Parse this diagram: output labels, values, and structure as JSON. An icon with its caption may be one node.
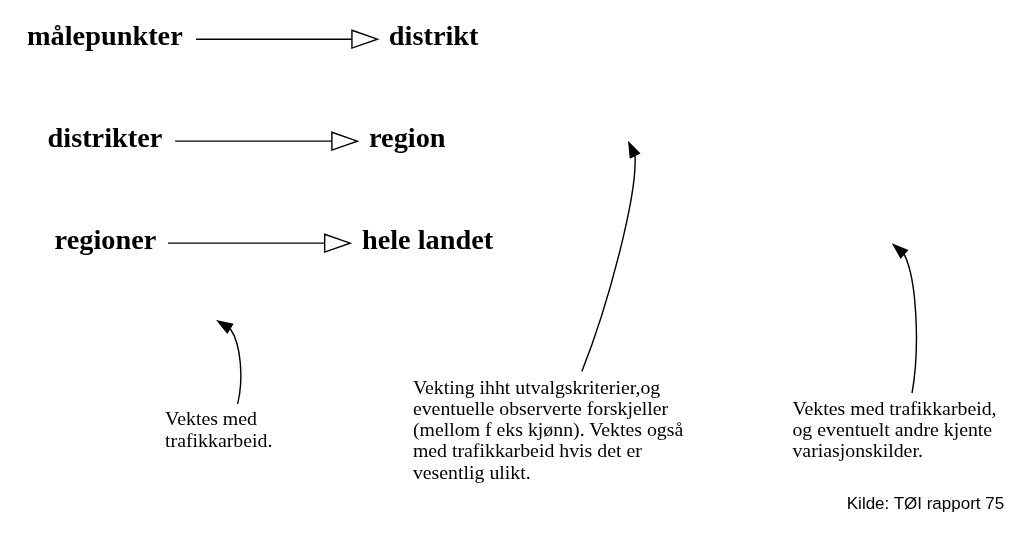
{
  "diagram": {
    "caption": "Kilde: TØI rapport 75",
    "nodes": [
      {
        "text": [
          "målepunkter"
        ]
      },
      {
        "text": [
          "distrikt"
        ]
      },
      {
        "text": [
          "distrikter"
        ]
      },
      {
        "text": [
          "region"
        ]
      },
      {
        "text": [
          "regioner"
        ]
      },
      {
        "text": [
          "hele landet"
        ]
      },
      {
        "text": [
          "Vekting ihht utvalgskriterier,og eventuelle observerte forskjeller (mellom f eks kjønn). Vektes også med trafikkarbeid hvis det er vesentlig ulikt."
        ]
      },
      {
        "text": [
          "Vektes med trafikkarbeid, og eventuelt andre kjente variasjonskilder."
        ]
      },
      {
        "text": [
          "Vektes med trafikkarbeid."
        ]
      }
    ],
    "edges": [
      {
        "from": 0,
        "to": 1,
        "arrow": "to"
      },
      {
        "from": 2,
        "to": 3,
        "arrow": "to"
      },
      {
        "from": 4,
        "to": 5,
        "arrow": "to"
      },
      {
        "from": 6,
        "to": null,
        "arrow": "to"
      },
      {
        "from": 7,
        "to": null,
        "arrow": "to"
      },
      {
        "from": 8,
        "to": null,
        "arrow": "to"
      }
    ]
  }
}
